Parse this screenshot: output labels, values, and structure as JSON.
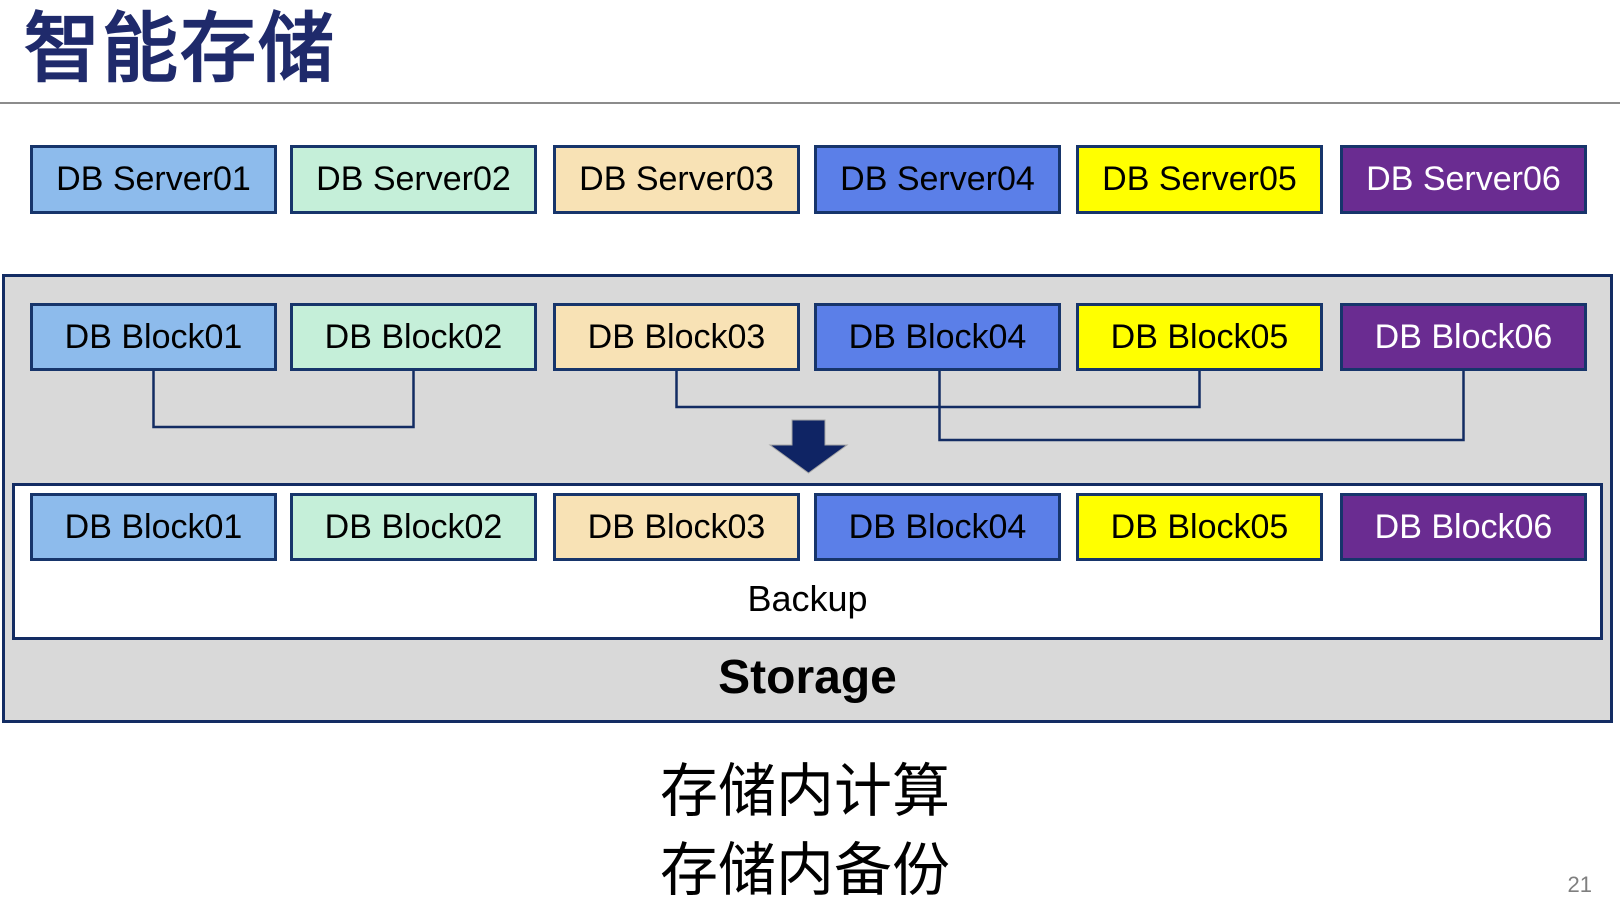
{
  "title": "智能存储",
  "servers": [
    "DB Server01",
    "DB Server02",
    "DB Server03",
    "DB Server04",
    "DB Server05",
    "DB Server06"
  ],
  "storage_unit": {
    "top_blocks": [
      "DB Block01",
      "DB Block02",
      "DB Block03",
      "DB Block04",
      "DB Block05",
      "DB Block06"
    ],
    "backup_blocks": [
      "DB Block01",
      "DB Block02",
      "DB Block03",
      "DB Block04",
      "DB Block05",
      "DB Block06"
    ],
    "backup_label": "Backup",
    "storage_label": "Storage"
  },
  "caption": {
    "line1": "存储内计算",
    "line2": "存储内备份"
  },
  "page_number": "21",
  "colors": {
    "title_text": "#1F2A6B",
    "navy_border": "#132C63",
    "arrow_fill": "#0F2464",
    "storage_fill": "#D9D9D9",
    "backup_fill": "#FFFFFF",
    "box_fills": [
      "#8DBBEC",
      "#C5EFD9",
      "#F8E2B5",
      "#5B7FE8",
      "#FFFF00",
      "#6A2C91"
    ],
    "box_text_colors": [
      "#000000",
      "#000000",
      "#000000",
      "#000000",
      "#000000",
      "#FFFFFF"
    ]
  }
}
